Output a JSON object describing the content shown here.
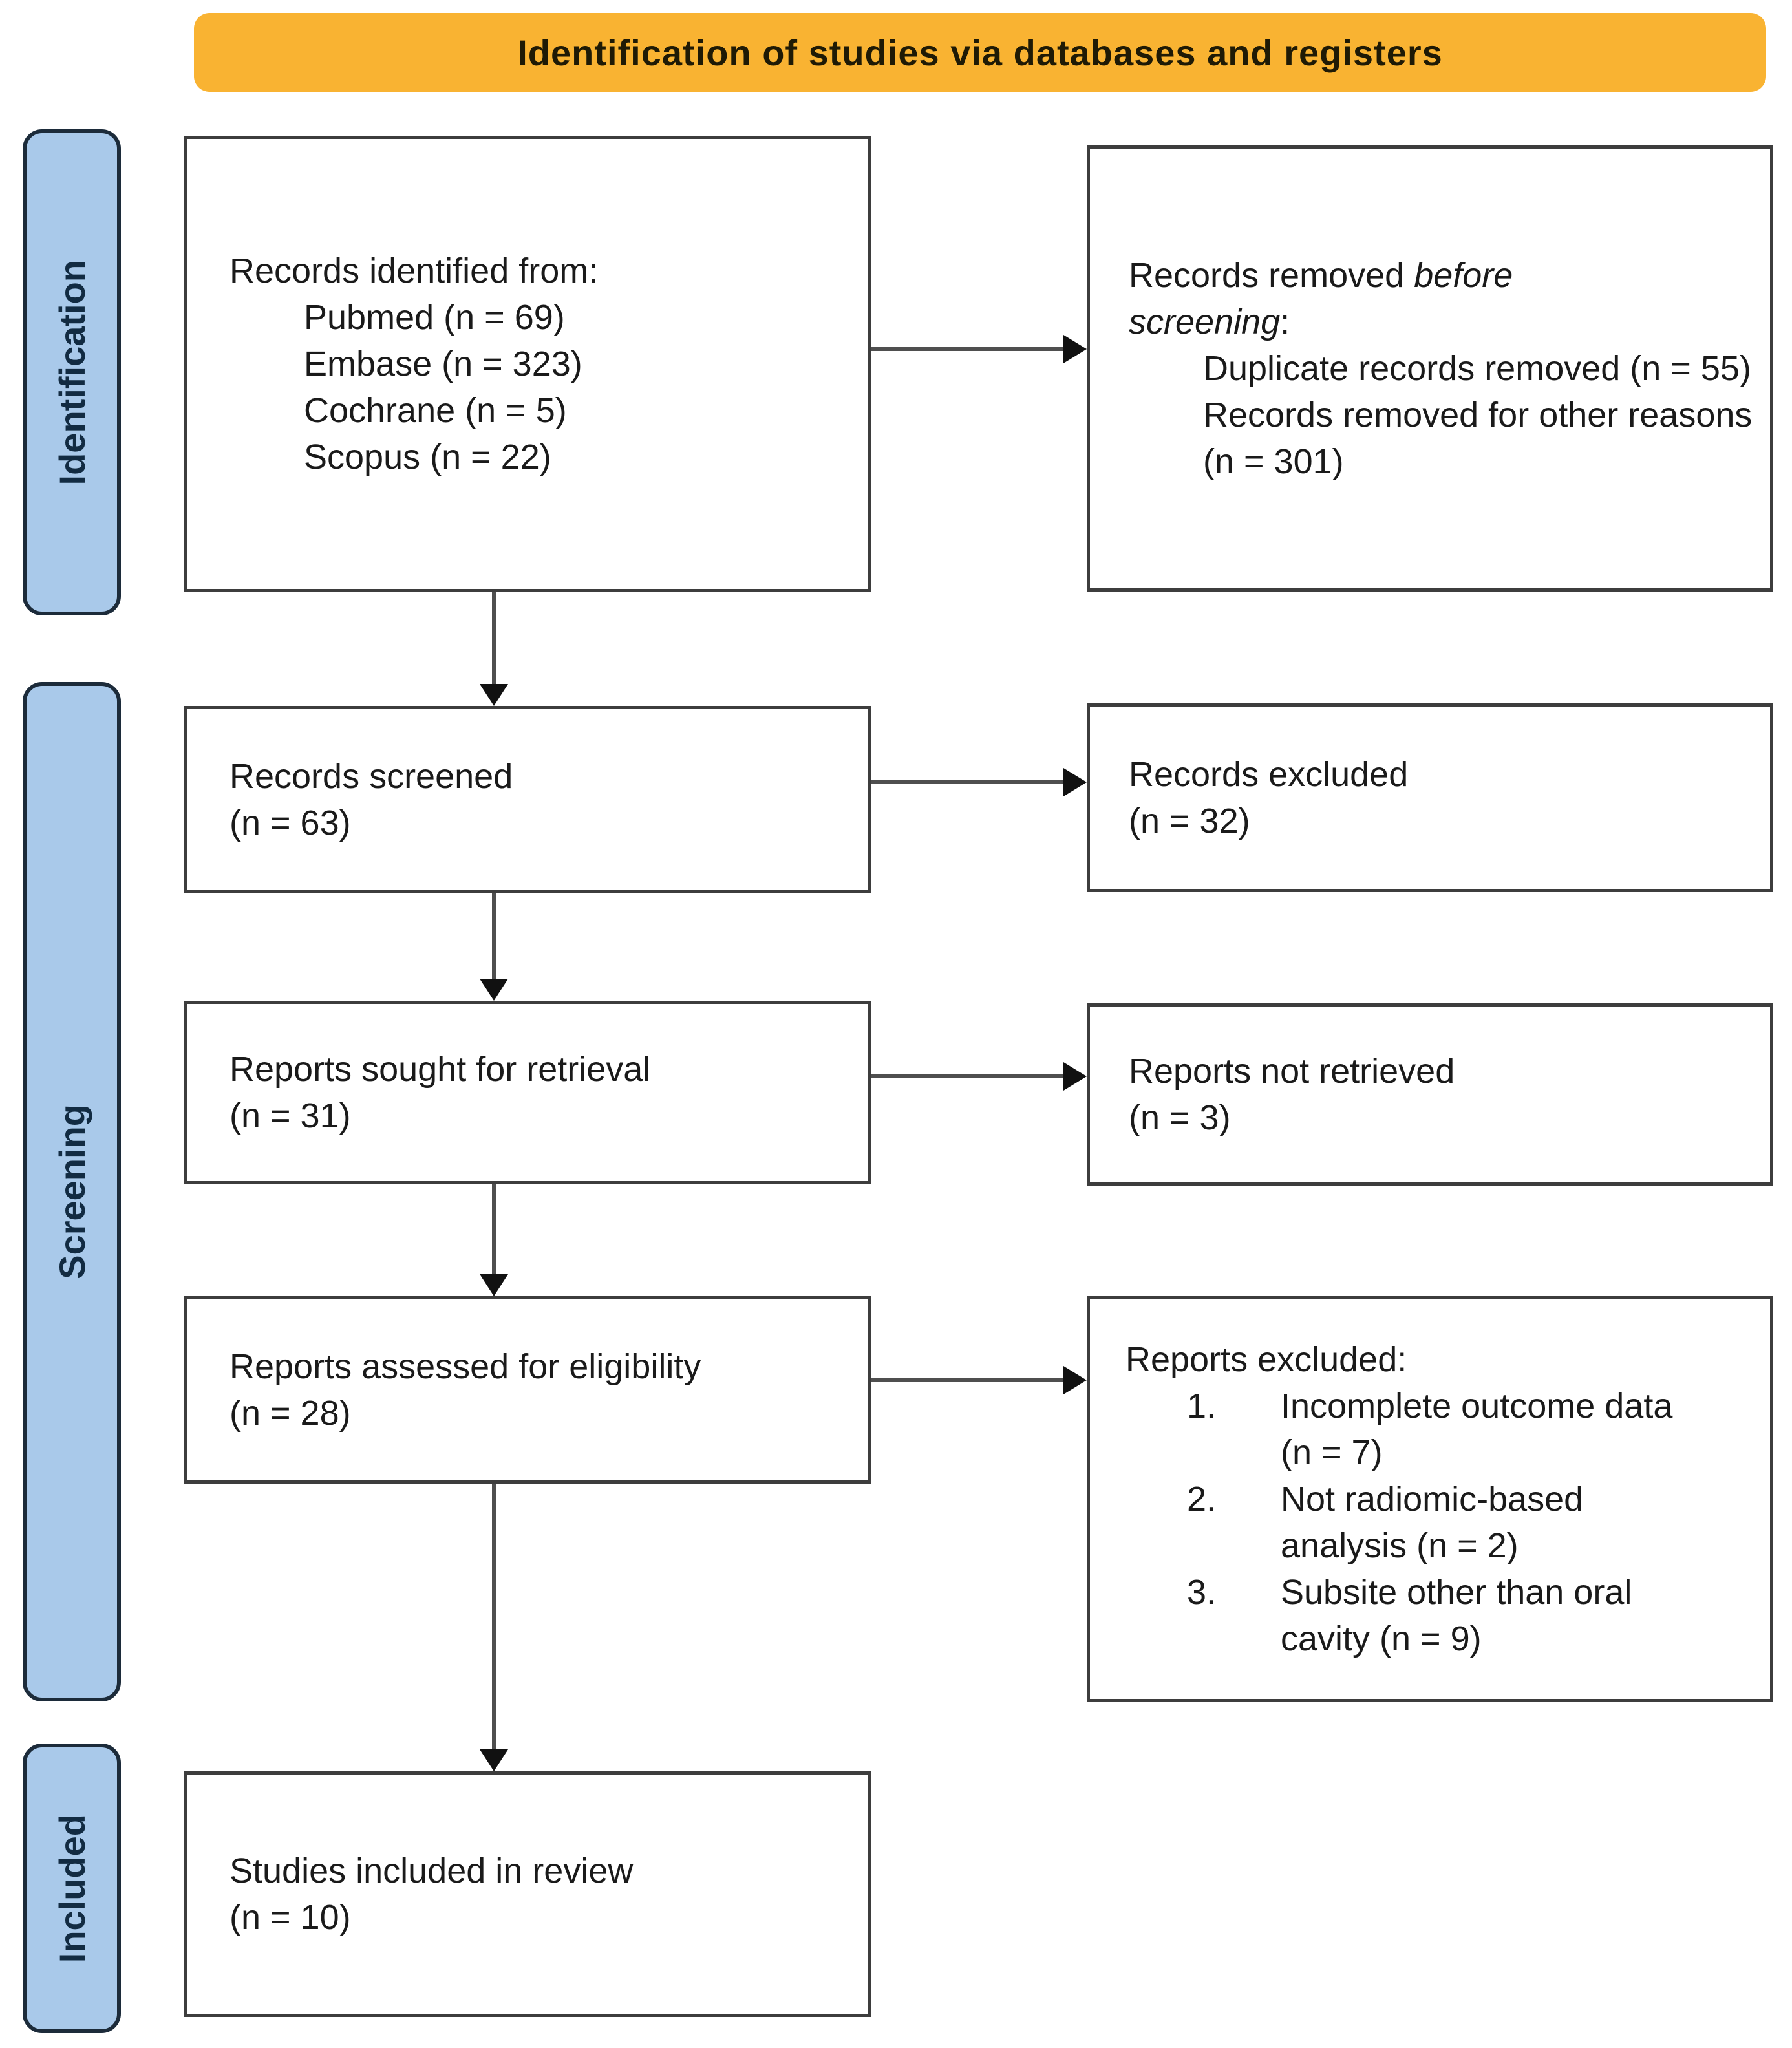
{
  "banner": {
    "label": "Identification of studies via databases and registers",
    "bg_color": "#F9B332",
    "text_color": "#1F1A05"
  },
  "stages": {
    "bg_color": "#A9C9EA",
    "border_color": "#1C2B3A",
    "text_color": "#122B42",
    "identification": "Identification",
    "screening": "Screening",
    "included": "Included"
  },
  "style": {
    "box_border_color": "#3D3D3D",
    "arrow_line_color": "#4F4F4F",
    "arrow_head_color": "#111111"
  },
  "boxes": {
    "records_identified": {
      "title": "Records identified from:",
      "items": [
        "Pubmed (n = 69)",
        "Embase (n = 323)",
        "Cochrane (n = 5)",
        "Scopus (n = 22)"
      ]
    },
    "records_removed": {
      "prefix": "Records removed ",
      "italic": "before screening",
      "suffix": ":",
      "items": [
        "Duplicate records removed (n = 55)",
        "Records removed for other reasons (n = 301)"
      ]
    },
    "records_screened": {
      "line1": "Records screened",
      "line2": "(n = 63)"
    },
    "records_excluded": {
      "line1": "Records excluded",
      "line2": "(n = 32)"
    },
    "reports_sought": {
      "line1": "Reports sought for retrieval",
      "line2": "(n = 31)"
    },
    "reports_not_retrieved": {
      "line1": "Reports not retrieved",
      "line2": "(n = 3)"
    },
    "reports_assessed": {
      "line1": "Reports assessed for eligibility",
      "line2": "(n = 28)"
    },
    "reports_excluded": {
      "title": "Reports excluded:",
      "items": [
        {
          "num": "1.",
          "text": "Incomplete outcome data (n = 7)"
        },
        {
          "num": "2.",
          "text": "Not radiomic-based analysis (n = 2)"
        },
        {
          "num": "3.",
          "text": "Subsite other than oral cavity (n = 9)"
        }
      ]
    },
    "studies_included": {
      "line1": "Studies included in review",
      "line2": "(n = 10)"
    }
  }
}
